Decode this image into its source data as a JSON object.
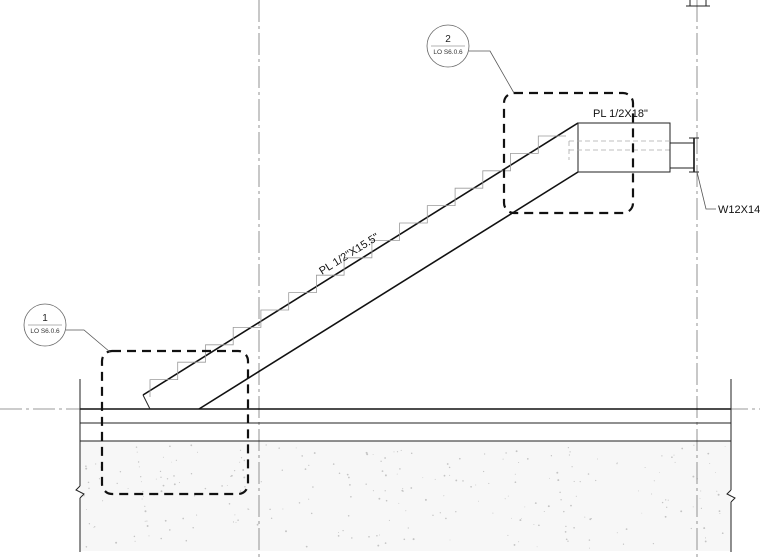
{
  "labels": {
    "stringer_plate": "PL 1/2\"X15.5\"",
    "top_plate": "PL 1/2X18\"",
    "beam": "W12X14"
  },
  "callouts": [
    {
      "number": "1",
      "sheet_ref": "LO S6.0.6"
    },
    {
      "number": "2",
      "sheet_ref": "LO S6.0.6"
    }
  ]
}
